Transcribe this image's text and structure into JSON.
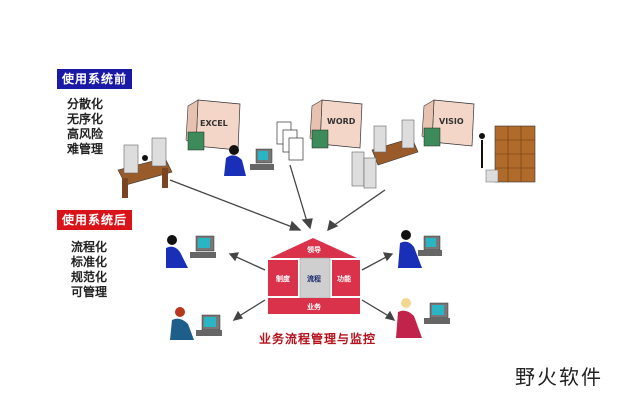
{
  "before": {
    "label": "使用系统前",
    "label_color": "#1a1aa6",
    "items": [
      "分散化",
      "无序化",
      "高风险",
      "难管理"
    ]
  },
  "after": {
    "label": "使用系统后",
    "label_color": "#d8141a",
    "items": [
      "流程化",
      "标准化",
      "规范化",
      "可管理"
    ]
  },
  "documents": [
    {
      "label": "EXCEL"
    },
    {
      "label": "WORD"
    },
    {
      "label": "VISIO"
    }
  ],
  "house": {
    "roof": "领导",
    "left": "制度",
    "center": "流程",
    "right": "功能",
    "base": "业务",
    "color": "#d9324a"
  },
  "caption": "业务流程管理与监控",
  "watermark": "野火软件"
}
